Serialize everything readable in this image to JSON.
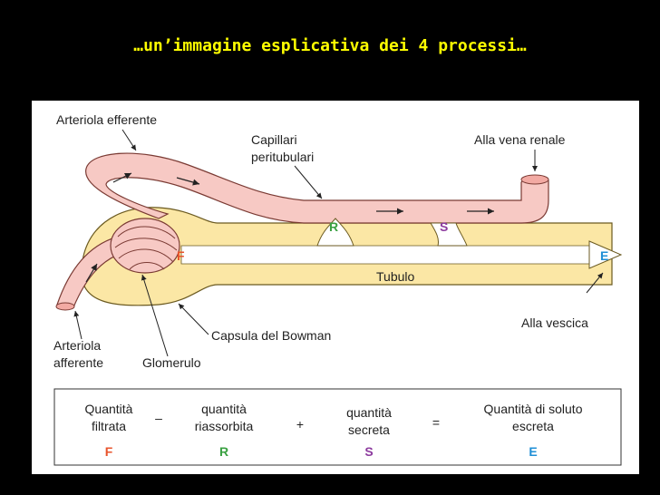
{
  "title": "…un’immagine esplicativa dei 4 processi…",
  "labels": {
    "arteriola_efferente": "Arteriola efferente",
    "capillari_line1": "Capillari",
    "capillari_line2": "peritubulari",
    "vena_renale": "Alla vena renale",
    "tubulo": "Tubulo",
    "vescica": "Alla vescica",
    "capsula": "Capsula del Bowman",
    "arteriola_afferente_line1": "Arteriola",
    "arteriola_afferente_line2": "afferente",
    "glomerulo": "Glomerulo"
  },
  "markers": {
    "F": "F",
    "R": "R",
    "S": "S",
    "E": "E"
  },
  "equation": {
    "term1_line1": "Quantità",
    "term1_line2": "filtrata",
    "op1": "–",
    "term2_line1": "quantità",
    "term2_line2": "riassorbita",
    "op2": "+",
    "term3_line1": "quantità",
    "term3_line2": "secreta",
    "op3": "=",
    "term4_line1": "Quantità di soluto",
    "term4_line2": "escreta",
    "letter1": "F",
    "letter2": "R",
    "letter3": "S",
    "letter4": "E"
  },
  "colors": {
    "vessel": "#f7c9c4",
    "vessel_stroke": "#7a3a33",
    "tubule": "#fbe7a5",
    "tubule_stroke": "#6b5a20",
    "F": "#e8532b",
    "R": "#3aa142",
    "S": "#8c3a9e",
    "E": "#1f8fd6",
    "title": "#ffff00"
  }
}
